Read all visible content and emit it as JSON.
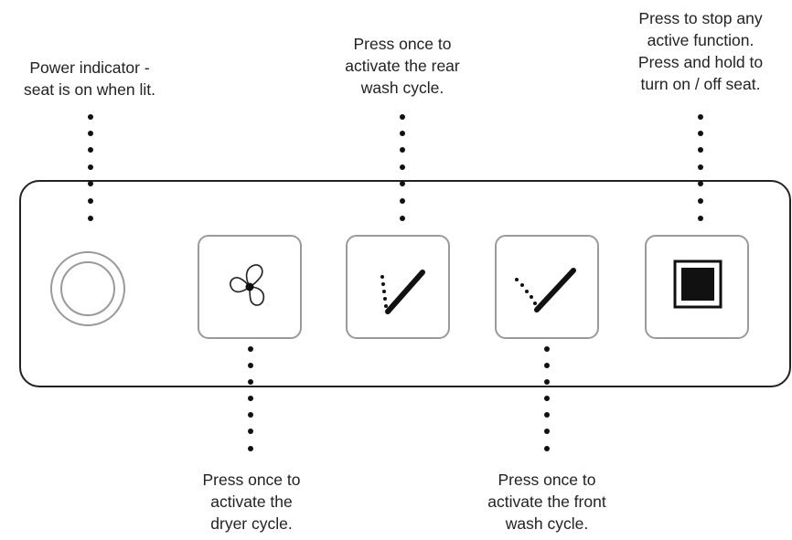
{
  "captions": {
    "power": "Power indicator -\nseat is on when lit.",
    "rear_wash": "Press once to\nactivate the rear\nwash cycle.",
    "stop": "Press to stop any\nactive function.\nPress and hold to\nturn on / off seat.",
    "dryer": "Press once to\nactivate the\ndryer cycle.",
    "front_wash": "Press once to\nactivate the front\nwash cycle."
  },
  "icons": {
    "power": "power-indicator-icon",
    "dryer": "fan-icon",
    "rear_wash": "rear-wash-icon",
    "front_wash": "front-wash-icon",
    "stop": "stop-square-icon"
  },
  "colors": {
    "outline": "#222222",
    "button_border": "#9a9a9a",
    "dots": "#111111"
  }
}
